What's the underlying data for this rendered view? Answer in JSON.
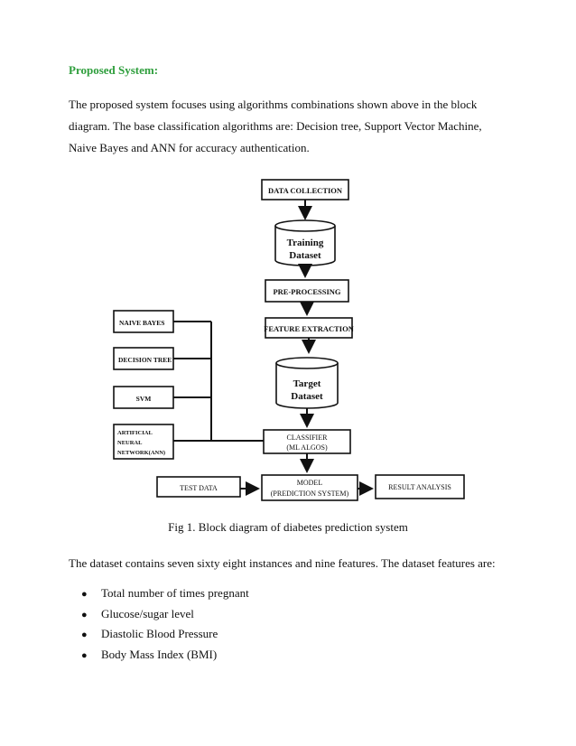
{
  "heading": "Proposed System:",
  "intro_lines": [
    "The proposed system focuses using algorithms combinations shown above in the block diagram.",
    "The base classification algorithms are: Decision tree, Support Vector Machine, Naive Bayes and",
    "ANN for accuracy authentication."
  ],
  "diagram": {
    "data_collection": "DATA COLLECTION",
    "training_dataset": [
      "Training",
      "Dataset"
    ],
    "pre_processing": "PRE-PROCESSING",
    "feature_extraction": "FEATURE EXTRACTION",
    "target_dataset": [
      "Target",
      "Dataset"
    ],
    "classifier": [
      "CLASSIFIER",
      "(ML ALGOS)"
    ],
    "naive_bayes": "NAIVE BAYES",
    "decision_tree": "DECISION TREE",
    "svm": "SVM",
    "ann": [
      "ARTIFICIAL",
      "NEURAL",
      "NETWORK(ANN)"
    ],
    "test_data": "TEST DATA",
    "model": [
      "MODEL",
      "(PREDICTION SYSTEM)"
    ],
    "result_analysis": "RESULT ANALYSIS"
  },
  "caption": "Fig 1. Block diagram of diabetes prediction system",
  "dataset_text": "The dataset contains seven sixty eight instances and nine features. The dataset features are:",
  "features": [
    "Total number of times pregnant",
    "Glucose/sugar level",
    "Diastolic Blood Pressure",
    "Body Mass Index (BMI)"
  ]
}
